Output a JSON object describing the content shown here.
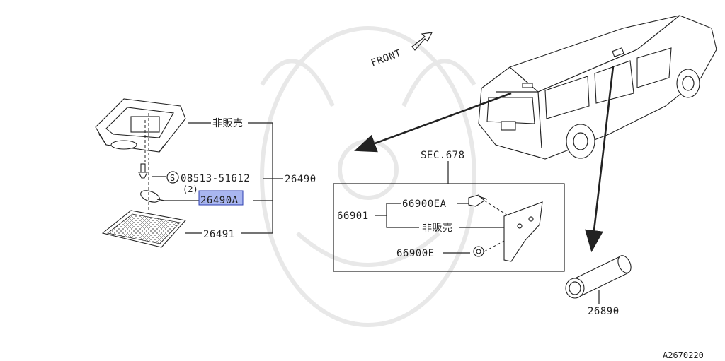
{
  "labels": {
    "front": "FRONT",
    "not_for_sale_1": "非販売",
    "standard_mark": "S",
    "screw_part": "08513-51612",
    "screw_qty": "(2)",
    "assembly": "26490",
    "bulb": "26490A",
    "lens": "26491",
    "section": "SEC.678",
    "trim": "66901",
    "clip_a": "66900EA",
    "not_for_sale_2": "非販売",
    "clip_e": "66900E",
    "cargo_lamp": "26890",
    "figure_code": "A2670220"
  },
  "colors": {
    "highlight_fill": "#a9b6f0",
    "highlight_border": "#2d3fb0",
    "line": "#222222"
  }
}
